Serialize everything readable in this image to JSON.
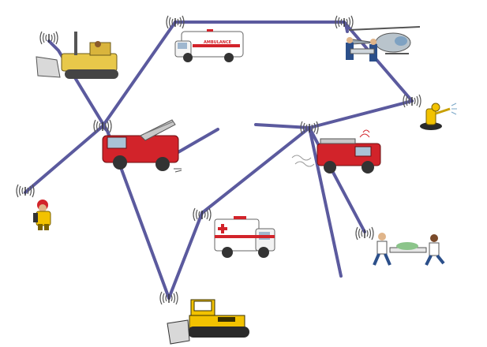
{
  "diagram": {
    "nodes": [
      {
        "id": "bulldozer-top",
        "kind": "bulldozer",
        "icon": "bulldozer-icon"
      },
      {
        "id": "ambulance-top",
        "kind": "ambulance",
        "icon": "ambulance-icon"
      },
      {
        "id": "helicopter",
        "kind": "helicopter rescue",
        "icon": "helicopter-icon"
      },
      {
        "id": "firefighter-hose",
        "kind": "firefighter",
        "icon": "firefighter-hose-icon"
      },
      {
        "id": "fire-truck-left",
        "kind": "fire truck",
        "icon": "fire-truck-icon"
      },
      {
        "id": "fire-truck-right",
        "kind": "fire truck",
        "icon": "fire-truck-icon"
      },
      {
        "id": "firefighter-radio",
        "kind": "firefighter",
        "icon": "firefighter-radio-icon"
      },
      {
        "id": "ambulance-middle",
        "kind": "ambulance",
        "icon": "ambulance-icon"
      },
      {
        "id": "paramedics",
        "kind": "paramedics with stretcher",
        "icon": "paramedics-stretcher-icon"
      },
      {
        "id": "bulldozer-bottom",
        "kind": "bulldozer",
        "icon": "bulldozer-icon"
      }
    ],
    "links": [
      [
        "bulldozer-top",
        "fire-truck-left"
      ],
      [
        "fire-truck-left",
        "ambulance-top"
      ],
      [
        "ambulance-top",
        "helicopter"
      ],
      [
        "helicopter",
        "firefighter-hose"
      ],
      [
        "fire-truck-left",
        "firefighter-radio"
      ],
      [
        "fire-truck-left",
        "bulldozer-bottom"
      ],
      [
        "bulldozer-bottom",
        "ambulance-middle"
      ],
      [
        "ambulance-middle",
        "fire-truck-right"
      ],
      [
        "fire-truck-right",
        "firefighter-hose"
      ],
      [
        "fire-truck-right",
        "paramedics"
      ]
    ],
    "colors": {
      "link": "#5b5a9e",
      "fire_red": "#d2232a",
      "dozer_yellow": "#f2c200",
      "background": "#ffffff"
    }
  }
}
